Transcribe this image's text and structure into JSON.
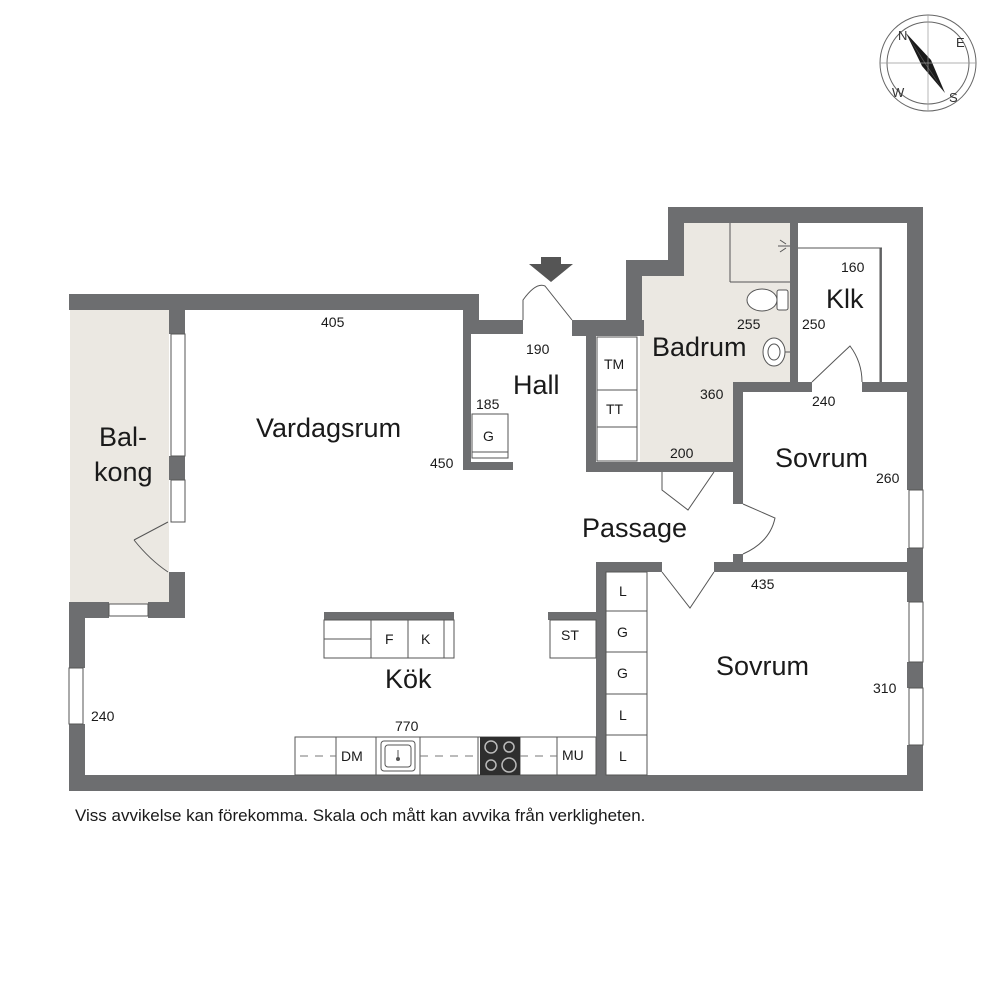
{
  "rooms": {
    "balkong": [
      "Bal-",
      "kong"
    ],
    "vardagsrum": "Vardagsrum",
    "hall": "Hall",
    "badrum": "Badrum",
    "klk": "Klk",
    "sovrum1": "Sovrum",
    "passage": "Passage",
    "sovrum2": "Sovrum",
    "kok": "Kök"
  },
  "dimensions": {
    "vardagsrum_width": "405",
    "vardagsrum_depth": "450",
    "hall_width": "190",
    "hall_closet": "185",
    "badrum_width": "255",
    "badrum_depth": "360",
    "badrum_bottom": "200",
    "klk_width": "160",
    "klk_depth": "250",
    "sovrum1_width": "240",
    "sovrum1_depth": "260",
    "sovrum2_width": "435",
    "sovrum2_depth": "310",
    "kok_width": "770",
    "kok_depth": "240"
  },
  "fixtures": {
    "hall_g": "G",
    "tm": "TM",
    "tt": "TT",
    "island_f": "F",
    "island_k": "K",
    "st": "ST",
    "dm": "DM",
    "mu": "MU",
    "wardrobes": [
      "L",
      "G",
      "G",
      "L",
      "L"
    ]
  },
  "compass": {
    "n": "N",
    "e": "E",
    "s": "S",
    "w": "W"
  },
  "footer_note": "Viss avvikelse kan förekomma. Skala och mått kan avvika från verkligheten.",
  "colors": {
    "wall": "#6d6e70",
    "wet_area": "#ebe8e2",
    "line": "#555555"
  }
}
